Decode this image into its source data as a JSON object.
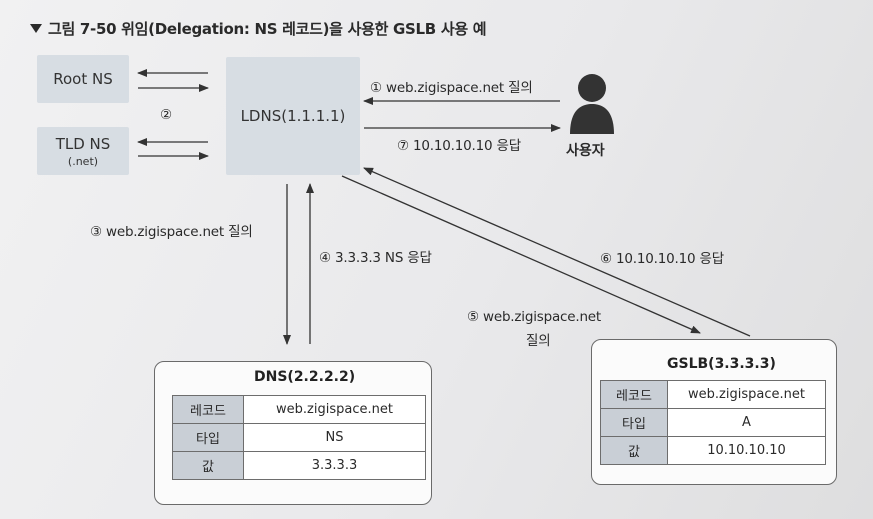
{
  "figure": {
    "title": "그림 7-50 위임(Delegation: NS 레코드)을 사용한 GSLB 사용 예"
  },
  "nodes": {
    "root_ns": "Root NS",
    "tld_ns": "TLD NS",
    "tld_ns_sub": "(.net)",
    "ldns": "LDNS(1.1.1.1)",
    "user": "사용자"
  },
  "steps": {
    "s1": "① web.zigispace.net 질의",
    "s2": "②",
    "s3": "③ web.zigispace.net 질의",
    "s4": "④ 3.3.3.3 NS 응답",
    "s5": "⑤ web.zigispace.net",
    "s5b": "질의",
    "s6": "⑥ 10.10.10.10 응답",
    "s7": "⑦ 10.10.10.10 응답"
  },
  "dns_server": {
    "title": "DNS(2.2.2.2)",
    "rows": [
      {
        "key": "레코드",
        "value": "web.zigispace.net"
      },
      {
        "key": "타입",
        "value": "NS"
      },
      {
        "key": "값",
        "value": "3.3.3.3"
      }
    ]
  },
  "gslb_server": {
    "title": "GSLB(3.3.3.3)",
    "rows": [
      {
        "key": "레코드",
        "value": "web.zigispace.net"
      },
      {
        "key": "타입",
        "value": "A"
      },
      {
        "key": "값",
        "value": "10.10.10.10"
      }
    ]
  },
  "colors": {
    "box_fill": "#d7dde3",
    "table_key_fill": "#c9cfd6",
    "line": "#333333",
    "user_icon": "#333333"
  }
}
